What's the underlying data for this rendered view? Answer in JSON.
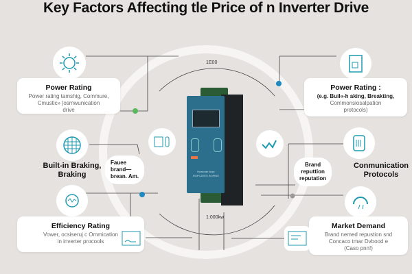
{
  "title": "Key Factors Affecting tle Price of  n Inverter Drive",
  "left": {
    "card1": {
      "title": "Power Rating",
      "lines": [
        "Power rating tamshig,  Commure,",
        "Cmustic»  |osmwunication",
        "drive"
      ]
    },
    "label2": [
      "Built-in Braking,",
      "Braking"
    ],
    "cloud": [
      "Fauee",
      "brand—",
      "brean.  Am."
    ],
    "card3": {
      "title": "Efficiency Rating",
      "lines": [
        "Vower, ocsiseruj c Ommication",
        "in inverter procools"
      ]
    }
  },
  "right": {
    "card1": {
      "title": "Power Rating :",
      "lines": [
        "(e.g. Buil«-h aking,   Breakting,",
        "Commonsiosalpation",
        "protocols)"
      ]
    },
    "label2": [
      "Conmunication",
      "Protocols"
    ],
    "cloud": [
      "Brand",
      "reputtion",
      "reputation"
    ],
    "card3": {
      "title": "Market Demand",
      "lines": [
        "Brand nemed repustion snd",
        "Concaco tmar Dvbood e",
        "(Caso pnn!)"
      ]
    }
  },
  "device": {
    "label_top": "1E00",
    "label_bottom": "1:000kw",
    "panel_text": [
      "Heavode tlose",
      "ROPCATES ROPNIE"
    ]
  },
  "colors": {
    "accent": "#1e9ab0",
    "device": "#2b6f8c",
    "dot_green": "#5cb85c",
    "dot_blue": "#1e88c0"
  }
}
